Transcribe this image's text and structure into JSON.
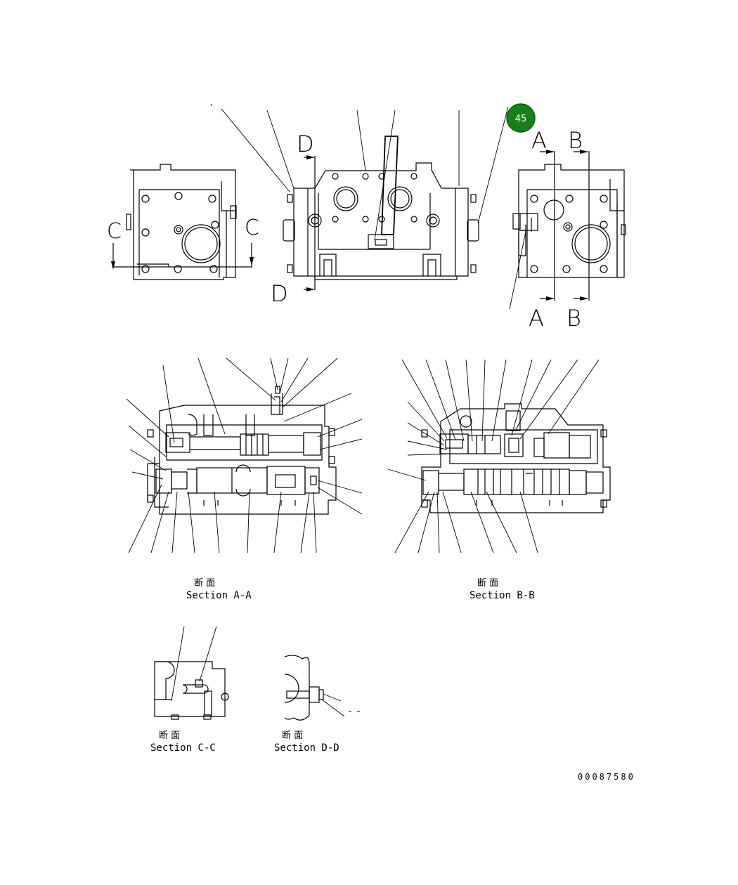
{
  "captions": {
    "section_aa": {
      "cjk": "断 面",
      "label": "Section A-A"
    },
    "section_bb": {
      "cjk": "断 面",
      "label": "Section B-B"
    },
    "section_cc": {
      "cjk": "断 面",
      "label": "Section C-C"
    },
    "section_dd": {
      "cjk": "断 面",
      "label": "Section D-D"
    }
  },
  "section_markers": {
    "a": "A",
    "b": "B",
    "c": "C",
    "d": "D"
  },
  "callout": {
    "number": "45",
    "color": "#1a7f1a"
  },
  "drawing_number": "00087580"
}
